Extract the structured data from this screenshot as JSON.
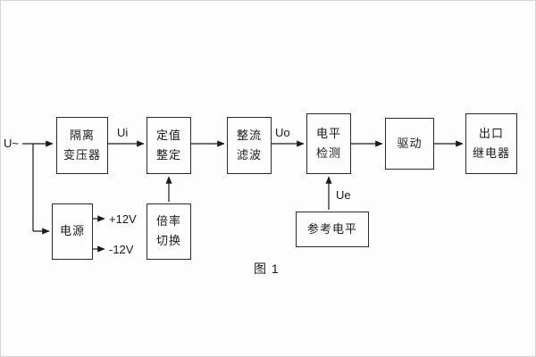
{
  "diagram": {
    "caption": "图 1",
    "labels": {
      "input": "U~",
      "ui": "Ui",
      "uo": "Uo",
      "ue": "Ue",
      "plus12v": "+12V",
      "minus12v": "-12V"
    },
    "boxes": {
      "transformer": {
        "line1": "隔离",
        "line2": "变压器"
      },
      "power": {
        "label": "电源"
      },
      "setting": {
        "line1": "定值",
        "line2": "整定"
      },
      "multiplier": {
        "line1": "倍率",
        "line2": "切换"
      },
      "rectifier": {
        "line1": "整流",
        "line2": "滤波"
      },
      "level_detect": {
        "line1": "电平",
        "line2": "检测"
      },
      "reference": {
        "label": "参考电平"
      },
      "drive": {
        "label": "驱动"
      },
      "relay": {
        "line1": "出口",
        "line2": "继电器"
      }
    }
  }
}
